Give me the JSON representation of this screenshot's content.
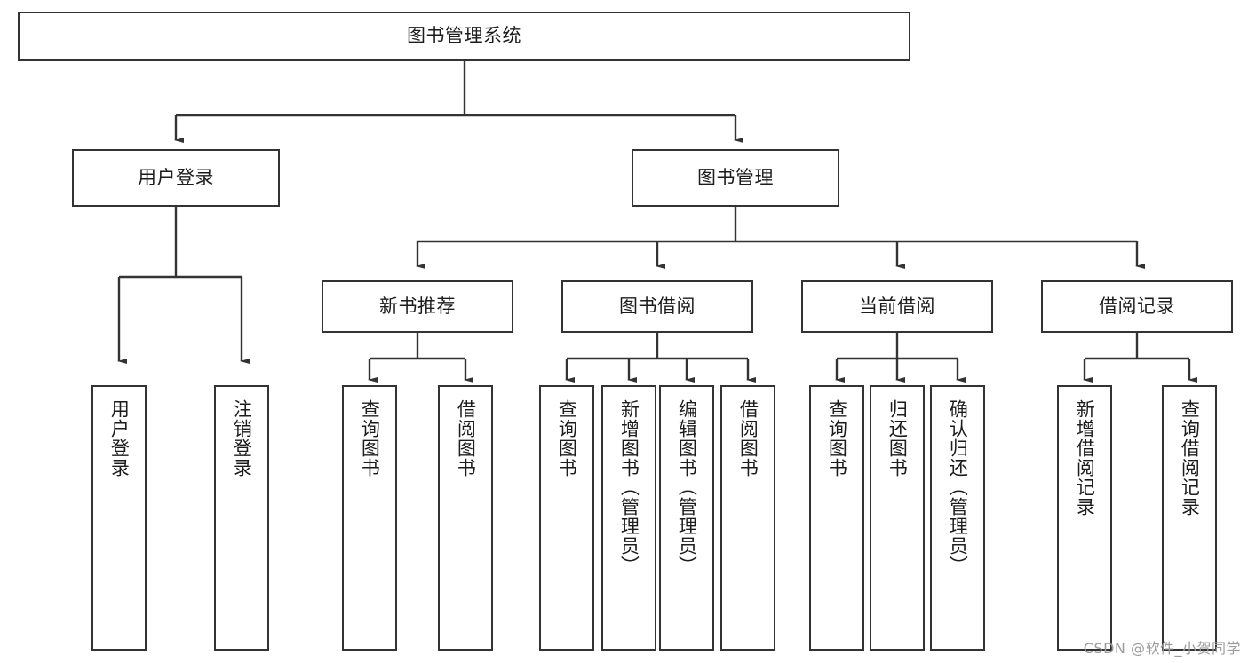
{
  "diagram": {
    "title": "图书管理系统",
    "type": "tree-hierarchy",
    "orientation": "top-down",
    "colors": {
      "node_border": "#333333",
      "node_fill": "#ffffff",
      "edge": "#333333",
      "text": "#1c1c1c",
      "watermark": "#9b9b9b",
      "background": "#ffffff"
    }
  },
  "watermark": {
    "text": "CSDN @软件_小贺同学"
  },
  "nodes": {
    "root": {
      "label": "图书管理系统"
    },
    "level2": [
      {
        "id": "user-login",
        "label": "用户登录"
      },
      {
        "id": "book-management",
        "label": "图书管理"
      }
    ],
    "level3": [
      {
        "id": "new-book-recommend",
        "label": "新书推荐"
      },
      {
        "id": "book-borrow",
        "label": "图书借阅"
      },
      {
        "id": "current-borrow",
        "label": "当前借阅"
      },
      {
        "id": "borrow-record",
        "label": "借阅记录"
      }
    ],
    "leaves": {
      "user-login": [
        {
          "id": "leaf-user-login",
          "label": "用户登录"
        },
        {
          "id": "leaf-user-logout",
          "label": "注销登录"
        }
      ],
      "new-book-recommend": [
        {
          "id": "leaf-query-book-1",
          "label": "查询图书"
        },
        {
          "id": "leaf-borrow-book-1",
          "label": "借阅图书"
        }
      ],
      "book-borrow": [
        {
          "id": "leaf-query-book-2",
          "label": "查询图书"
        },
        {
          "id": "leaf-add-book",
          "label": "新增图书（管理员）"
        },
        {
          "id": "leaf-edit-book",
          "label": "编辑图书（管理员）"
        },
        {
          "id": "leaf-borrow-book-2",
          "label": "借阅图书"
        }
      ],
      "current-borrow": [
        {
          "id": "leaf-query-book-3",
          "label": "查询图书"
        },
        {
          "id": "leaf-return-book",
          "label": "归还图书"
        },
        {
          "id": "leaf-confirm-return",
          "label": "确认归还（管理员）"
        }
      ],
      "borrow-record": [
        {
          "id": "leaf-add-record",
          "label": "新增借阅记录"
        },
        {
          "id": "leaf-query-record",
          "label": "查询借阅记录"
        }
      ]
    }
  }
}
